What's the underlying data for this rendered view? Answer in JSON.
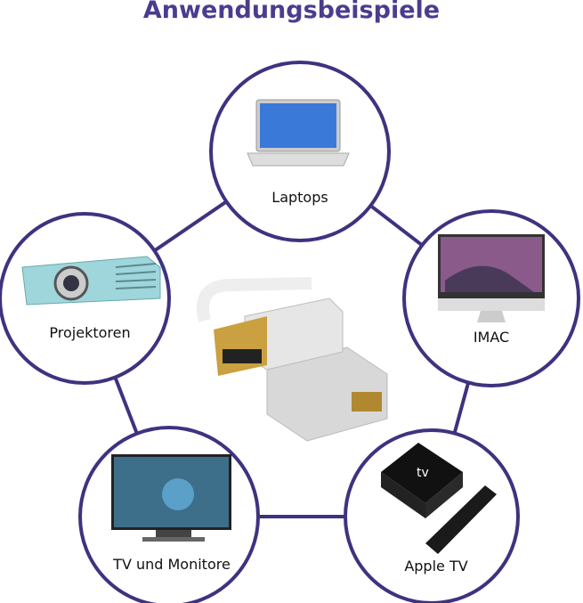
{
  "title": "Anwendungsbeispiele",
  "colors": {
    "accent": "#3f327f",
    "title": "#4a3d8f"
  },
  "devices": [
    {
      "label": "Laptops",
      "icon": "laptop-icon"
    },
    {
      "label": "Projektoren",
      "icon": "projector-icon"
    },
    {
      "label": "IMAC",
      "icon": "imac-icon"
    },
    {
      "label": "TV und Monitore",
      "icon": "tv-icon"
    },
    {
      "label": "Apple TV",
      "icon": "apple-tv-icon"
    }
  ],
  "center": {
    "icon": "displayport-hdmi-adapter-icon"
  }
}
